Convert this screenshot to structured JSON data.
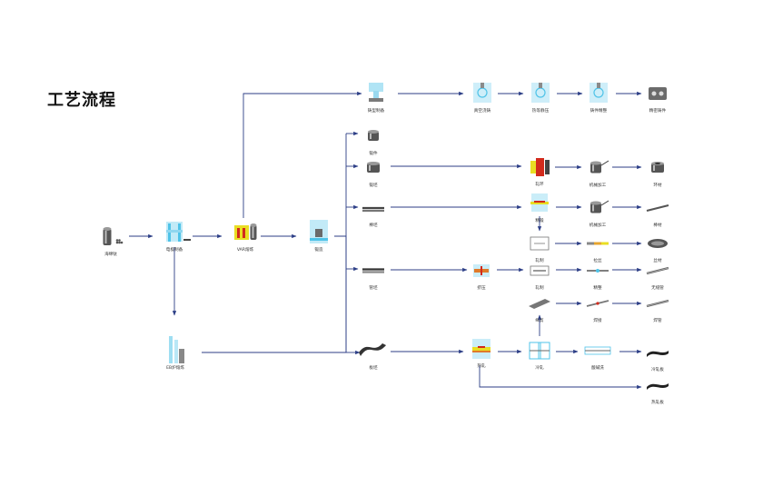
{
  "title": "工艺流程",
  "colors": {
    "line": "#2c3e86",
    "cyan": "#4fc3e8",
    "ingot": "#555555",
    "yellow": "#e9de23",
    "red": "#d22a1c",
    "bg": "#ffffff"
  },
  "nodes": {
    "raw": {
      "label": "海绵钛",
      "icon": "sponge-titanium-icon"
    },
    "electrode": {
      "label": "电极制备",
      "icon": "electrode-press-icon"
    },
    "ebf": {
      "label": "EB炉熔炼",
      "icon": "eb-furnace-icon"
    },
    "var": {
      "label": "VAR熔炼",
      "icon": "var-furnace-icon"
    },
    "forging": {
      "label": "锻造",
      "icon": "forging-press-icon"
    },
    "mold_prep": {
      "label": "铸型制备",
      "icon": "mold-icon"
    },
    "vacuum_cast": {
      "label": "真空浇铸",
      "icon": "vacuum-casting-icon"
    },
    "hip": {
      "label": "热等静压",
      "icon": "hot-isostatic-press-icon"
    },
    "casting_finish": {
      "label": "铸件精整",
      "icon": "casting-finishing-icon"
    },
    "precision_casting": {
      "label": "精密铸件",
      "icon": "precision-casting-icon"
    },
    "forgings": {
      "label": "锻件",
      "icon": "forging-part-icon"
    },
    "billet": {
      "label": "锻坯",
      "icon": "billet-icon"
    },
    "ring_rolling": {
      "label": "轧环",
      "icon": "ring-rolling-icon"
    },
    "machining1": {
      "label": "机械加工",
      "icon": "machining-icon"
    },
    "ring": {
      "label": "环材",
      "icon": "ring-icon"
    },
    "bar_blank": {
      "label": "棒坯",
      "icon": "bar-blank-icon"
    },
    "finishing": {
      "label": "精锻",
      "icon": "finish-forging-icon"
    },
    "machining2": {
      "label": "机械加工",
      "icon": "machining-icon"
    },
    "bar": {
      "label": "棒材",
      "icon": "bar-icon"
    },
    "rolling_bar": {
      "label": "轧制",
      "icon": "bar-rolling-icon"
    },
    "drawing": {
      "label": "拉丝",
      "icon": "wire-drawing-icon"
    },
    "wire": {
      "label": "丝材",
      "icon": "wire-coil-icon"
    },
    "tube_blank": {
      "label": "管坯",
      "icon": "tube-blank-icon"
    },
    "extrusion": {
      "label": "挤压",
      "icon": "extrusion-icon"
    },
    "tube_rolling": {
      "label": "轧制",
      "icon": "tube-rolling-icon"
    },
    "tube_finish": {
      "label": "精整",
      "icon": "tube-finishing-icon"
    },
    "seamless_tube": {
      "label": "无缝管",
      "icon": "seamless-tube-icon"
    },
    "strip_cut": {
      "label": "纵剪",
      "icon": "slitting-icon"
    },
    "welding": {
      "label": "焊接",
      "icon": "welding-icon"
    },
    "welded_tube": {
      "label": "焊管",
      "icon": "welded-tube-icon"
    },
    "slab": {
      "label": "板坯",
      "icon": "slab-icon"
    },
    "hot_rolling": {
      "label": "热轧",
      "icon": "hot-rolling-mill-icon"
    },
    "cold_rolling": {
      "label": "冷轧",
      "icon": "cold-rolling-mill-icon"
    },
    "annealing": {
      "label": "酸碱洗",
      "icon": "pickling-icon"
    },
    "cold_plate": {
      "label": "冷轧板",
      "icon": "cold-rolled-plate-icon"
    },
    "hot_plate": {
      "label": "热轧板",
      "icon": "hot-rolled-plate-icon"
    }
  }
}
